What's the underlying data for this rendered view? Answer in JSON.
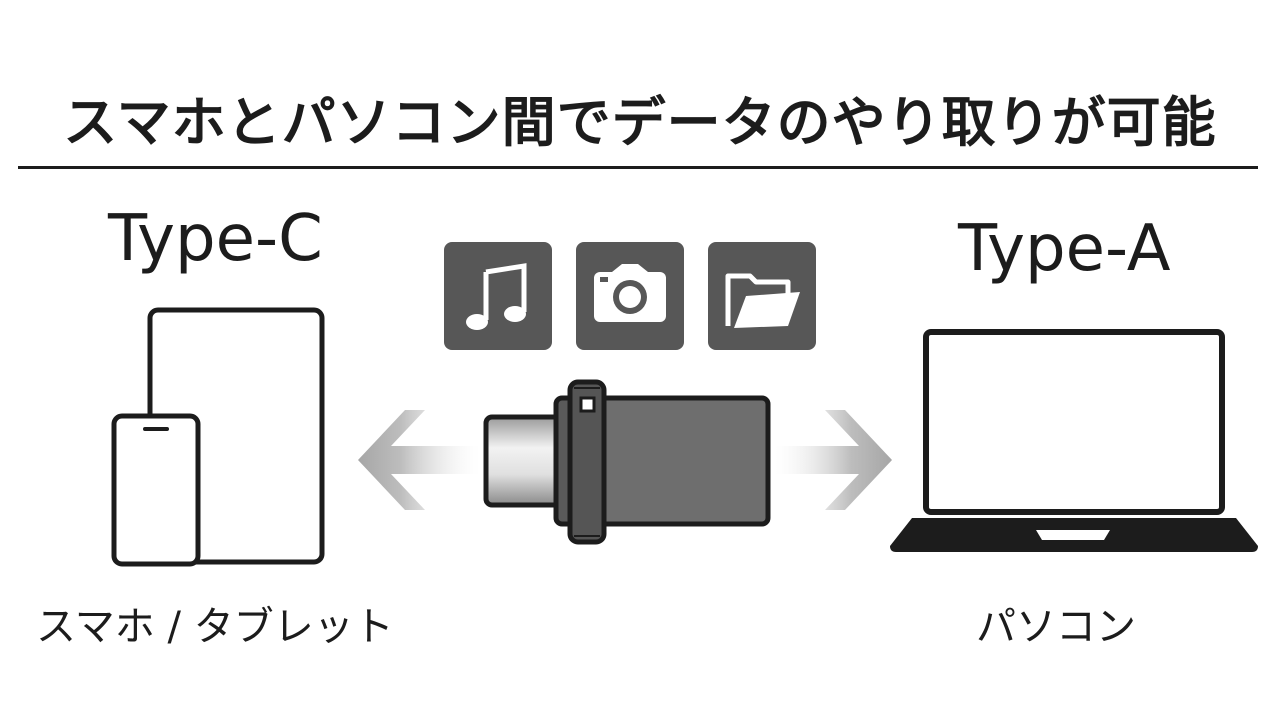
{
  "title": "スマホとパソコン間でデータのやり取りが可能",
  "left": {
    "connector_label": "Type-C",
    "caption": "スマホ / タブレット"
  },
  "right": {
    "connector_label": "Type-A",
    "caption": "パソコン"
  },
  "icons": [
    "music-note-icon",
    "camera-icon",
    "folder-icon"
  ],
  "colors": {
    "text": "#1c1c1c",
    "tile": "#575757",
    "arrow": "#a6a6a6",
    "drive_body": "#6e6e6e"
  }
}
